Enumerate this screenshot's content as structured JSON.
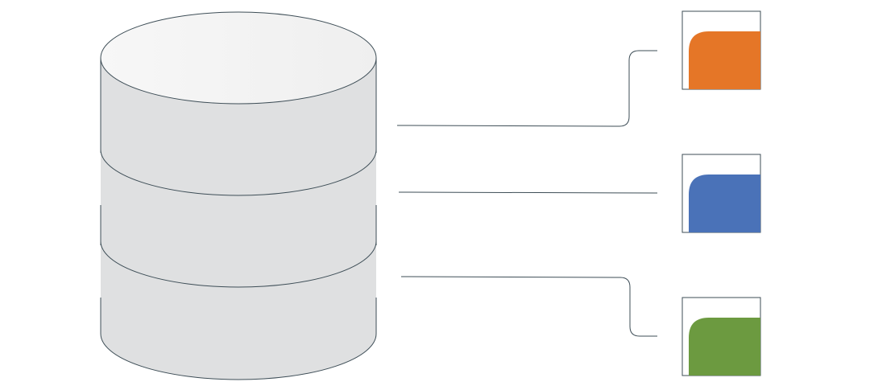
{
  "diagram": {
    "database": {
      "icon": "database-cylinder-icon",
      "segments": 3,
      "body_fill": "#dfe0e1",
      "top_fill_start": "#f7f7f7",
      "top_fill_end": "#efefef",
      "outline": "#3d4d56"
    },
    "connector_color": "#3d4d56",
    "outputs": [
      {
        "name": "output-orange",
        "icon": "rounded-tab-icon",
        "color": "#e57627"
      },
      {
        "name": "output-blue",
        "icon": "rounded-tab-icon",
        "color": "#4a72b8"
      },
      {
        "name": "output-green",
        "icon": "rounded-tab-icon",
        "color": "#6c9a40"
      }
    ]
  }
}
